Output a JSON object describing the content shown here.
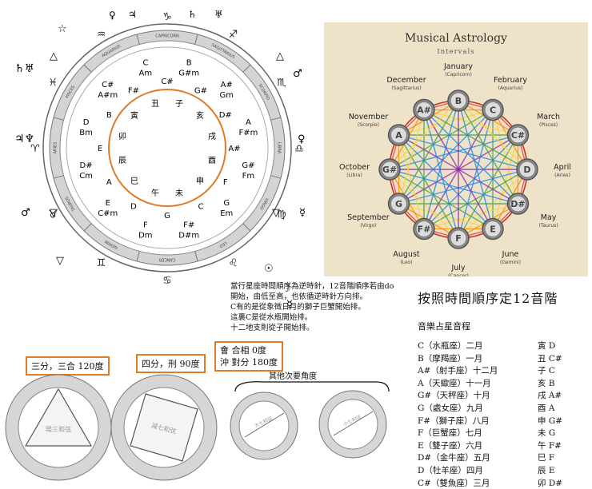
{
  "main_wheel": {
    "outer_signs": [
      "CAPRICORN",
      "SAGITTARIUS",
      "SCORPIO",
      "LIBRA",
      "VIRGO",
      "LEO",
      "CANCER",
      "GEMINI",
      "TAURUS",
      "ARIES",
      "PISCES",
      "AQUARIUS"
    ],
    "notes": [
      {
        "a": "B",
        "b": "G#m"
      },
      {
        "a": "A#",
        "b": "Gm"
      },
      {
        "a": "A",
        "b": "F#m"
      },
      {
        "a": "G#",
        "b": "Fm"
      },
      {
        "a": "G",
        "b": "Em"
      },
      {
        "a": "F#",
        "b": "D#m"
      },
      {
        "a": "F",
        "b": "Dm"
      },
      {
        "a": "E",
        "b": "C#m"
      },
      {
        "a": "D#",
        "b": "Cm"
      },
      {
        "a": "D",
        "b": "Bm"
      },
      {
        "a": "C#",
        "b": "A#m"
      },
      {
        "a": "C",
        "b": "Am"
      }
    ],
    "inner_notes": [
      "C#",
      "G#",
      "D#",
      "A#",
      "F",
      "C",
      "G",
      "D",
      "A",
      "E",
      "B",
      "F#"
    ],
    "branches": [
      "丑",
      "子",
      "亥",
      "戌",
      "酉",
      "申",
      "未",
      "午",
      "巳",
      "辰",
      "卯",
      "寅"
    ]
  },
  "note_text": [
    "當行星座時間順序為逆時針，12音階順序若由do",
    "開始，由低至高，也依循逆時針方向排。",
    "C有的是從象徵日月的獅子巨蟹開始排。",
    "這裏C是從水瓶開始排。",
    "十二地支則從子開始排。"
  ],
  "musical_astrology": {
    "title": "Musical Astrology",
    "subtitle": "Intervals",
    "months": [
      {
        "name": "February",
        "sign": "(Aquarius)",
        "note": "C"
      },
      {
        "name": "March",
        "sign": "(Pisces)",
        "note": "C#"
      },
      {
        "name": "April",
        "sign": "(Aries)",
        "note": "D"
      },
      {
        "name": "May",
        "sign": "(Taurus)",
        "note": "D#"
      },
      {
        "name": "June",
        "sign": "(Gemini)",
        "note": "E"
      },
      {
        "name": "July",
        "sign": "(Cancer)",
        "note": "F"
      },
      {
        "name": "August",
        "sign": "(Leo)",
        "note": "F#"
      },
      {
        "name": "September",
        "sign": "(Virgo)",
        "note": "G"
      },
      {
        "name": "October",
        "sign": "(Libra)",
        "note": "G#"
      },
      {
        "name": "November",
        "sign": "(Scorpio)",
        "note": "A"
      },
      {
        "name": "December",
        "sign": "(Sagittarius)",
        "note": "A#"
      },
      {
        "name": "January",
        "sign": "(Capricorn)",
        "note": "B"
      }
    ]
  },
  "heading_right": "按照時間順序定12音階",
  "subheading_right": "音樂占星音程",
  "mapping": [
    {
      "left": "C（水瓶座）二月",
      "right": "寅 D"
    },
    {
      "left": "B（摩羯座）一月",
      "right": "丑 C#"
    },
    {
      "left": "A#（射手座）十二月",
      "right": "子 C"
    },
    {
      "left": "A（天蠍座）十一月",
      "right": "亥 B"
    },
    {
      "left": "G#（天秤座）十月",
      "right": "戌 A#"
    },
    {
      "left": "G（處女座）九月",
      "right": "酉 A"
    },
    {
      "left": "F#（獅子座）八月",
      "right": "申 G#"
    },
    {
      "left": "F（巨蟹座）七月",
      "right": "未 G"
    },
    {
      "left": "E（雙子座）六月",
      "right": "午 F#"
    },
    {
      "left": "D#（金牛座）五月",
      "right": "巳 F"
    },
    {
      "left": "D（牡羊座）四月",
      "right": "辰 E"
    },
    {
      "left": "C#（雙魚座）三月",
      "right": "卯 D#"
    }
  ],
  "aspect_labels": {
    "trine": "三分，三合 120度",
    "square": "四分，刑 90度",
    "conj": "會 合相 0度",
    "opp": "沖 對分 180度",
    "other": "其他次要角度"
  },
  "small_wheel_labels": {
    "trine_inner": "陽三和弦",
    "square_inner": "減七和弦",
    "minor1": "大七和弦",
    "minor2": "小七和弦"
  },
  "colors": {
    "accent": "#e07b28",
    "wheel_band": "#cfcfcf",
    "panel_bg": "#eee2c9"
  }
}
